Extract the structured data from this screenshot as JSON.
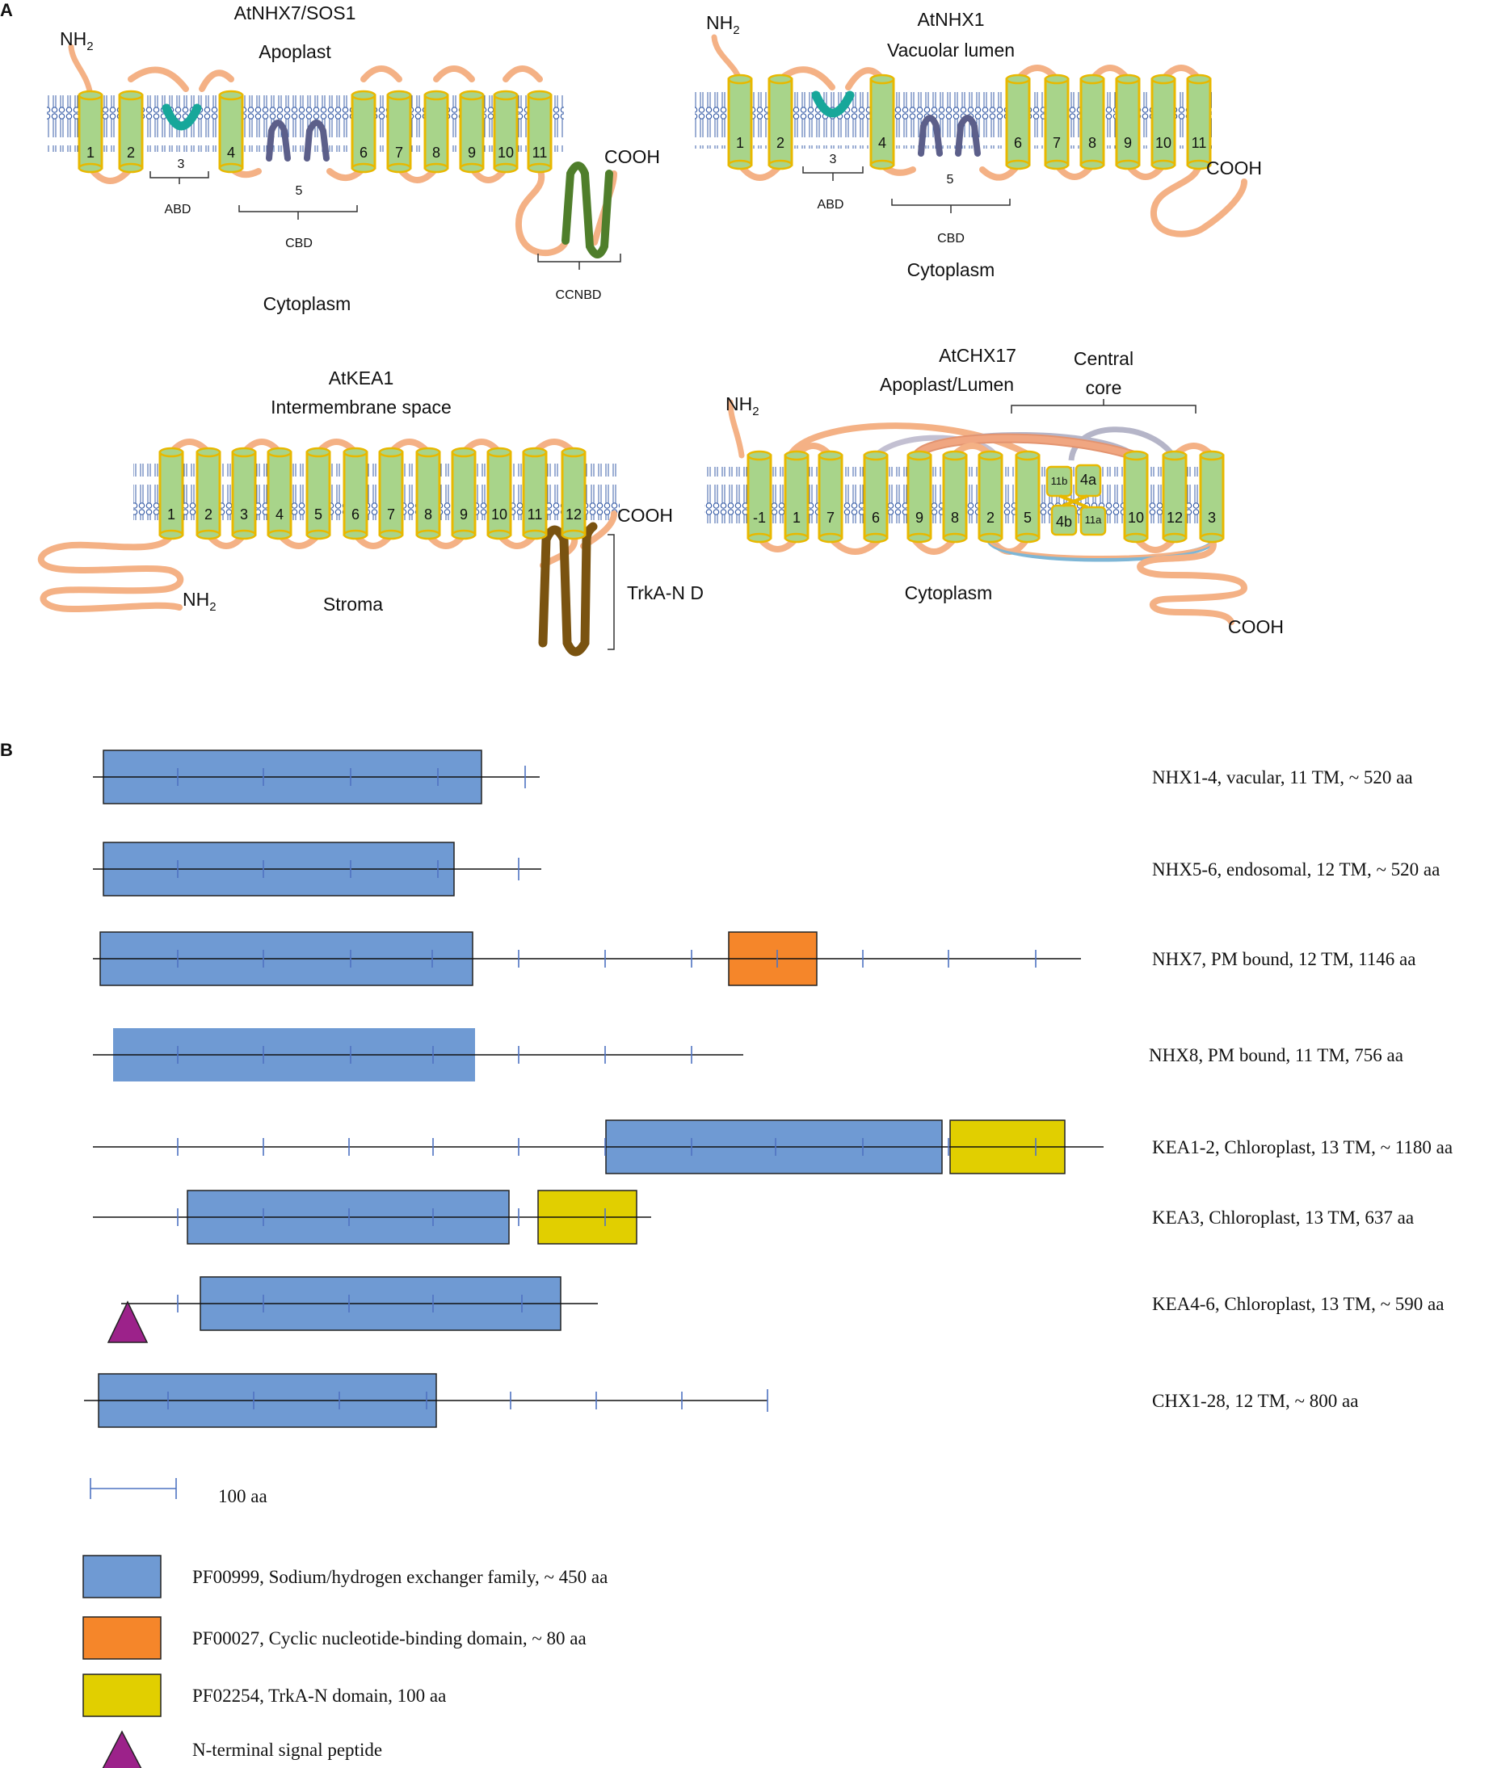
{
  "panel_labels": {
    "a": "A",
    "b": "B"
  },
  "panel_a": {
    "nhx7": {
      "title": "AtNHX7/SOS1",
      "outside_label": "Apoplast",
      "inside_label": "Cytoplasm",
      "n_label": "NH2",
      "c_label": "COOH",
      "helices": [
        "1",
        "2",
        "4",
        "6",
        "7",
        "8",
        "9",
        "10",
        "11"
      ],
      "helix_3_label": "3",
      "helix_5_label": "5",
      "domains": [
        "ABD",
        "CBD",
        "CCNBD"
      ]
    },
    "nhx1": {
      "title": "AtNHX1",
      "outside_label": "Vacuolar lumen",
      "inside_label": "Cytoplasm",
      "n_label": "NH2",
      "c_label": "COOH",
      "helices": [
        "1",
        "2",
        "4",
        "6",
        "7",
        "8",
        "9",
        "10",
        "11"
      ],
      "helix_3_label": "3",
      "helix_5_label": "5",
      "domains": [
        "ABD",
        "CBD"
      ]
    },
    "kea1": {
      "title": "AtKEA1",
      "outside_label": "Intermembrane space",
      "inside_label": "Stroma",
      "n_label": "NH2",
      "c_label": "COOH",
      "helices": [
        "1",
        "2",
        "3",
        "4",
        "5",
        "6",
        "7",
        "8",
        "9",
        "10",
        "11",
        "12"
      ],
      "domains": [
        "TrkA-N D"
      ]
    },
    "chx17": {
      "title": "AtCHX17",
      "outside_label": "Apoplast/Lumen",
      "inside_label": "Cytoplasm",
      "core_label_1": "Central",
      "core_label_2": "core",
      "n_label": "NH2",
      "c_label": "COOH",
      "helices": [
        "-1",
        "1",
        "7",
        "6",
        "9",
        "8",
        "2",
        "5",
        "10",
        "12",
        "3"
      ],
      "split_helices": [
        "11b",
        "4a",
        "4b",
        "11a"
      ]
    }
  },
  "panel_b": {
    "proteins": [
      {
        "label": "NHX1-4, vacular, 11 TM, ~ 520 aa"
      },
      {
        "label": "NHX5-6, endosomal, 12 TM, ~ 520 aa"
      },
      {
        "label": "NHX7, PM bound, 12 TM, 1146 aa"
      },
      {
        "label": "NHX8, PM bound, 11 TM, 756 aa"
      },
      {
        "label": "KEA1-2, Chloroplast, 13 TM, ~ 1180 aa"
      },
      {
        "label": "KEA3, Chloroplast, 13 TM, 637 aa"
      },
      {
        "label": "KEA4-6, Chloroplast, 13 TM, ~ 590 aa"
      },
      {
        "label": "CHX1-28, 12 TM, ~ 800 aa"
      }
    ],
    "scale_label": "100 aa",
    "legend": [
      {
        "label": "PF00999, Sodium/hydrogen exchanger family, ~ 450 aa",
        "color": "#6f9ad3"
      },
      {
        "label": "PF00027, Cyclic nucleotide-binding domain, ~ 80 aa",
        "color": "#f5862a"
      },
      {
        "label": "PF02254, TrkA-N domain, 100 aa",
        "color": "#e1cf00"
      },
      {
        "label": "N-terminal signal peptide",
        "color": "#9c228a"
      }
    ]
  }
}
